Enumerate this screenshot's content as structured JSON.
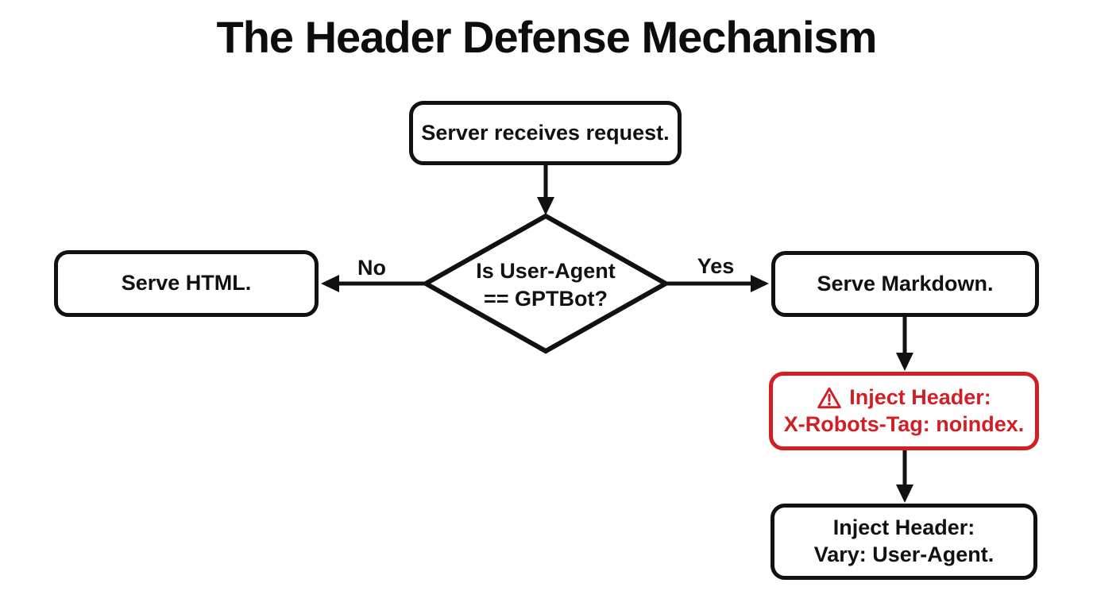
{
  "title": "The Header Defense Mechanism",
  "colors": {
    "line": "#111111",
    "danger": "#d21f26",
    "bg": "#ffffff"
  },
  "edges": {
    "no_label": "No",
    "yes_label": "Yes"
  },
  "nodes": {
    "start": {
      "label": "Server receives request."
    },
    "decision": {
      "line1": "Is User-Agent",
      "line2": "== GPTBot?"
    },
    "serve_html": {
      "label": "Serve HTML."
    },
    "serve_markdown": {
      "label": "Serve Markdown."
    },
    "inject_noindex": {
      "icon": "warning-icon",
      "line1": "Inject Header:",
      "line2": "X-Robots-Tag: noindex."
    },
    "inject_vary": {
      "line1": "Inject Header:",
      "line2": "Vary: User-Agent."
    }
  }
}
